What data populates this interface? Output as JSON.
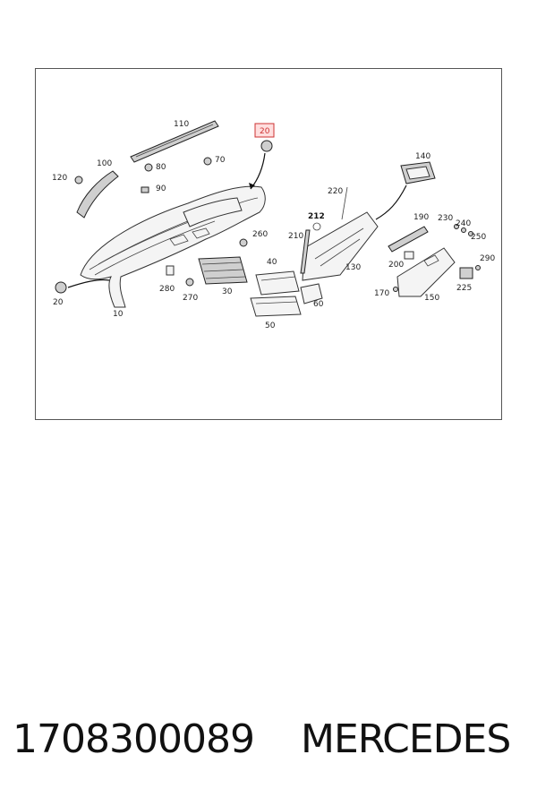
{
  "diagram": {
    "highlight_color": "#cc3333",
    "labels": {
      "l110": "110",
      "l20_top": "20",
      "l80": "80",
      "l70": "70",
      "l100": "100",
      "l120": "120",
      "l90": "90",
      "l140": "140",
      "l220": "220",
      "l212": "212",
      "l190": "190",
      "l230": "230",
      "l240": "240",
      "l250": "250",
      "l210": "210",
      "l260": "260",
      "l40": "40",
      "l130": "130",
      "l200": "200",
      "l290": "290",
      "l280": "280",
      "l270": "270",
      "l30": "30",
      "l60": "60",
      "l170": "170",
      "l150": "150",
      "l225": "225",
      "l20_left": "20",
      "l10": "10",
      "l50": "50"
    }
  },
  "footer": {
    "part_number": "1708300089",
    "brand": "MERCEDES"
  }
}
